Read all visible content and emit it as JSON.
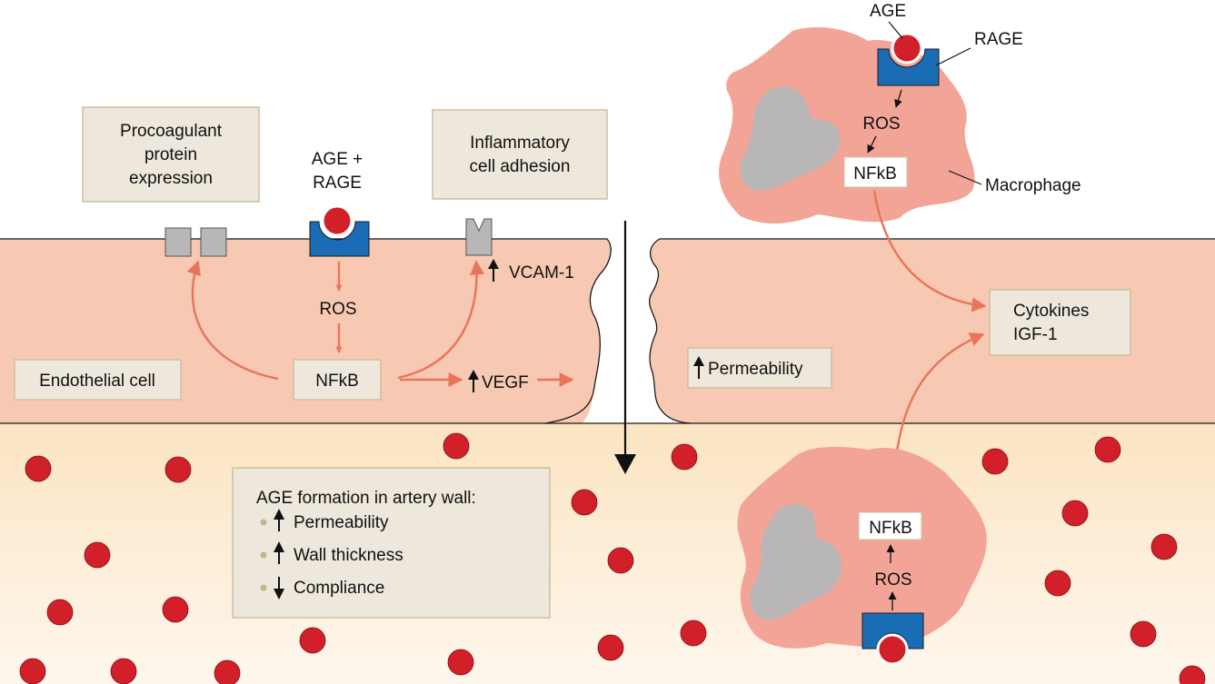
{
  "colors": {
    "cell": "#f7c8b2",
    "cell_edge": "#1a1a1a",
    "lumen_top": "#fbe4c2",
    "lumen_bottom": "#fef7ed",
    "macrophage": "#f2a597",
    "nucleus": "#b8b6b6",
    "age_particle": "#d2202a",
    "rage_receptor": "#1a6db5",
    "signal_arrow": "#e8755a",
    "box_fill": "#ede7dc",
    "box_border": "#cdbf9e",
    "bullet": "#c4b58f"
  },
  "icons": {
    "up": "up-arrow-icon",
    "down": "down-arrow-icon",
    "bullet": "bullet-dot-icon"
  },
  "labels": {
    "procoagulant": [
      "Procoagulant",
      "protein",
      "expression"
    ],
    "age_rage": [
      "AGE +",
      "RAGE"
    ],
    "inflammatory": [
      "Inflammatory",
      "cell adhesion"
    ],
    "ros_endo": "ROS",
    "nfkb_endo": "NFkB",
    "vcam": "VCAM-1",
    "vegf": "VEGF",
    "endothelial_cell": "Endothelial cell",
    "permeability": "Permeability",
    "age_top": "AGE",
    "rage_top": "RAGE",
    "ros_mac_top": "ROS",
    "nfkb_mac_top": "NFkB",
    "macrophage": "Macrophage",
    "cytokines": [
      "Cytokines",
      "IGF-1"
    ],
    "nfkb_mac_bottom": "NFkB",
    "ros_mac_bottom": "ROS"
  },
  "age_box": {
    "title": "AGE formation in artery wall:",
    "items": [
      {
        "dir": "up",
        "text": "Permeability"
      },
      {
        "dir": "up",
        "text": "Wall thickness"
      },
      {
        "dir": "down",
        "text": "Compliance"
      }
    ]
  }
}
